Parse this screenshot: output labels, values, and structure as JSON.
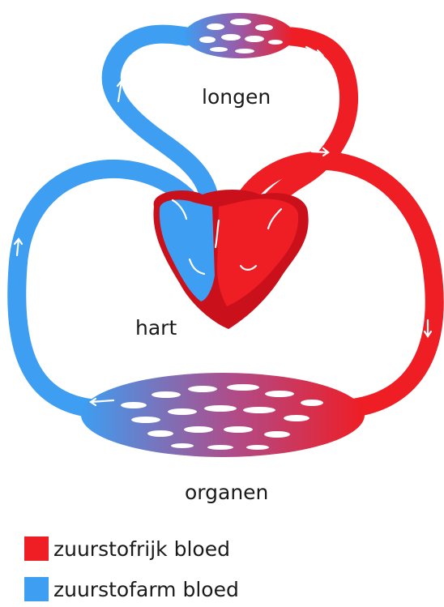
{
  "labels": {
    "lungs": "longen",
    "heart": "hart",
    "organs": "organen"
  },
  "legend": [
    {
      "text": "zuurstofrijk bloed",
      "color": "#ef1d24"
    },
    {
      "text": "zuurstofarm bloed",
      "color": "#3d9ef2"
    }
  ],
  "colors": {
    "oxygen_rich": "#ef1d24",
    "oxygen_poor": "#3d9ef2",
    "heart_dark": "#c9101b",
    "arrow": "#ffffff"
  }
}
